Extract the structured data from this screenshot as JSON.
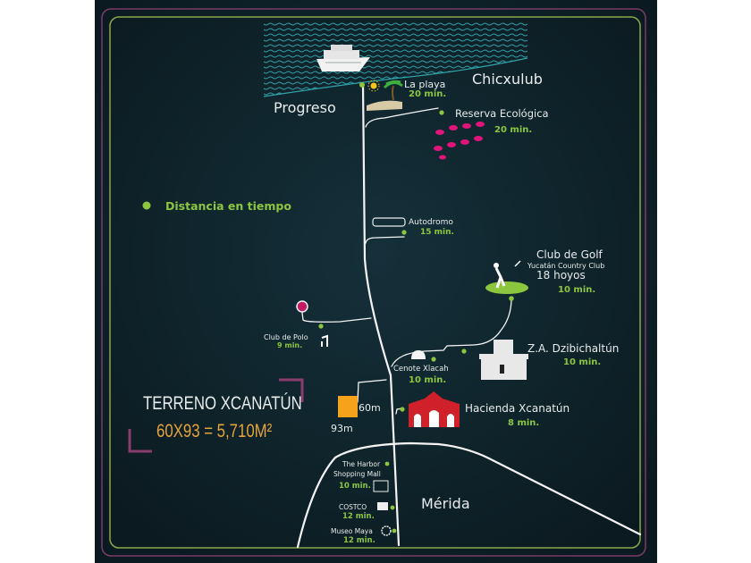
{
  "colors": {
    "background": "#10242b",
    "green": "#8cc63f",
    "purple": "#7a3b6a",
    "orange": "#f7a21b",
    "red": "#d0202a",
    "pink": "#e0147a"
  },
  "legend": {
    "label": "Distancia en tiempo"
  },
  "towns": {
    "progreso": "Progreso",
    "chicxulub": "Chicxulub",
    "merida": "Mérida"
  },
  "places": {
    "playa": {
      "name": "La playa",
      "time": "20 min."
    },
    "reserva": {
      "name": "Reserva Ecológica",
      "time": "20 min."
    },
    "autodromo": {
      "name": "Autodromo",
      "time": "15 min."
    },
    "golf": {
      "name": "Club de Golf",
      "sub": "Yucatán Country Club",
      "holes": "18 hoyos",
      "time": "10 min."
    },
    "polo": {
      "name": "Club de Polo",
      "time": "9 min."
    },
    "cenote": {
      "name": "Cenote Xlacah",
      "time": "10 min."
    },
    "dzibi": {
      "name": "Z.A. Dzibichaltún",
      "time": "10 min."
    },
    "hacienda": {
      "name": "Hacienda Xcanatún",
      "time": "8 min."
    },
    "harbor": {
      "name1": "The Harbor",
      "name2": "Shopping Mall",
      "time": "10 min."
    },
    "costco": {
      "name": "COSTCO",
      "time": "12 min."
    },
    "museo": {
      "name": "Museo Maya",
      "time": "12 min."
    }
  },
  "terreno": {
    "title": "TERRENO XCANATÚN",
    "area": "60X93 = 5,710M²",
    "side_a": "60m",
    "side_b": "93m"
  }
}
